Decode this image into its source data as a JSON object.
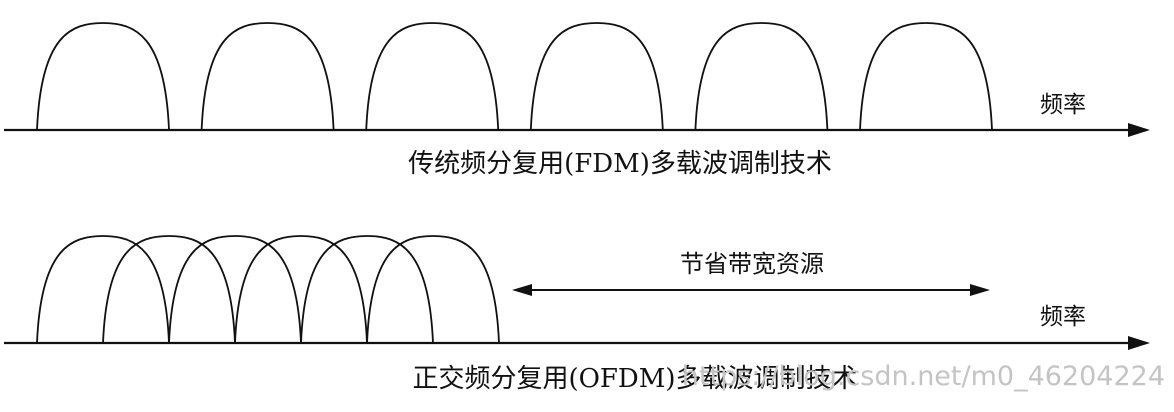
{
  "fdm": {
    "axis_label": "频率",
    "caption": "传统频分复用(FDM)多载波调制技术",
    "subcarrier_count": 6
  },
  "ofdm": {
    "axis_label": "频率",
    "caption": "正交频分复用(OFDM)多载波调制技术",
    "subcarrier_count": 6,
    "savings_label": "节省带宽资源"
  },
  "watermark": "https://blog.csdn.net/m0_46204224",
  "colors": {
    "ink": "#111111",
    "watermark": "#c4c4c4",
    "background": "#ffffff"
  }
}
